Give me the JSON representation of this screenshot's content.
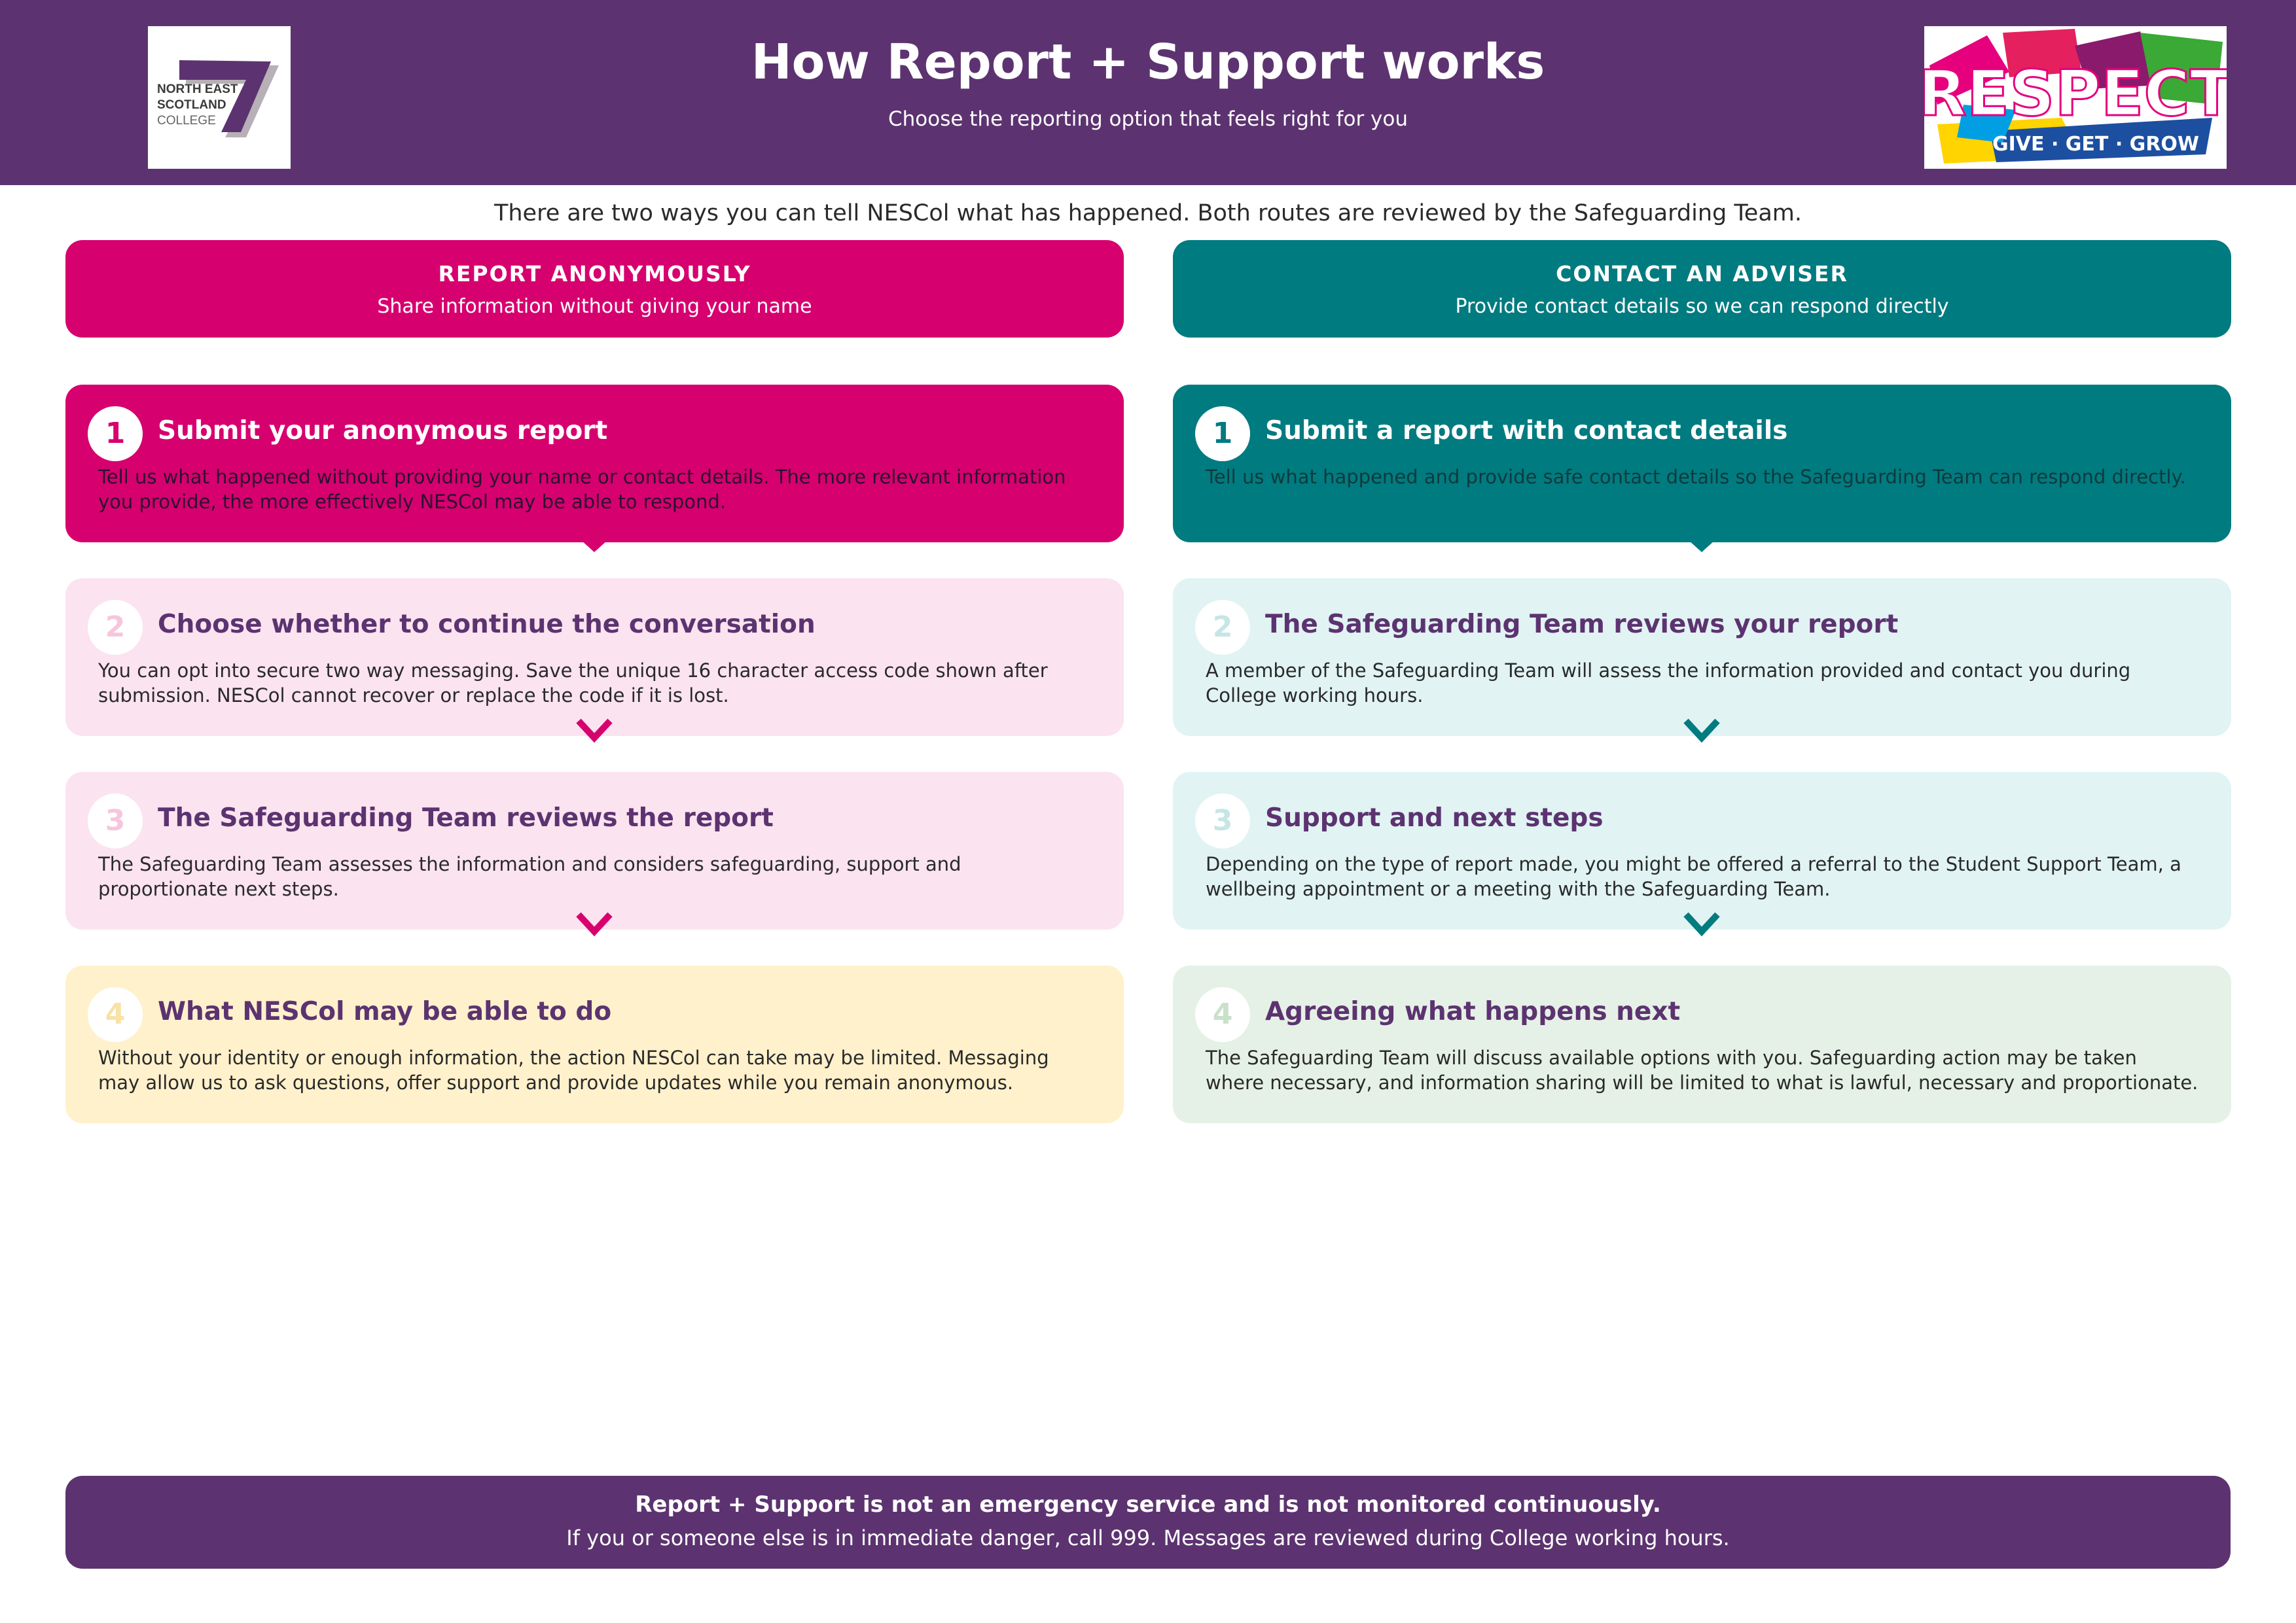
{
  "header": {
    "title": "How Report + Support works",
    "subtitle": "Choose the reporting option that feels right for you",
    "logo_left_text": [
      "NORTH EAST",
      "SCOTLAND",
      "COLLEGE"
    ],
    "logo_right_text": [
      "RESPECT",
      "GIVE · GET · GROW"
    ]
  },
  "intro": "There are two ways you can tell NESCol what has happened. Both routes are reviewed by the Safeguarding Team.",
  "routes": {
    "anonymous": {
      "title": "REPORT ANONYMOUSLY",
      "subtitle": "Share information without giving your name",
      "steps": [
        {
          "number": "1",
          "title": "Submit your anonymous report",
          "text": "Tell us what happened without providing your name or contact details. The more relevant information you provide, the more effectively NESCol may be able to respond."
        },
        {
          "number": "2",
          "title": "Choose whether to continue the conversation",
          "text": "You can opt into secure two way messaging. Save the unique 16 character access code shown after submission. NESCol cannot recover or replace the code if it is lost."
        },
        {
          "number": "3",
          "title": "The Safeguarding Team reviews the report",
          "text": "The Safeguarding Team assesses the information and considers safeguarding, support and proportionate next steps."
        },
        {
          "number": "4",
          "title": "What NESCol may be able to do",
          "text": "Without your identity or enough information, the action NESCol can take may be limited. Messaging may allow us to ask questions, offer support and provide updates while you remain anonymous."
        }
      ]
    },
    "adviser": {
      "title": "CONTACT AN ADVISER",
      "subtitle": "Provide contact details so we can respond directly",
      "steps": [
        {
          "number": "1",
          "title": "Submit a report with contact details",
          "text": "Tell us what happened and provide safe contact details so the Safeguarding Team can respond directly."
        },
        {
          "number": "2",
          "title": "The Safeguarding Team reviews your report",
          "text": "A member of the Safeguarding Team will assess the information provided and contact you during College working hours."
        },
        {
          "number": "3",
          "title": "Support and next steps",
          "text": "Depending on the type of report made, you might be offered a referral to the Student Support Team, a wellbeing appointment or a meeting with the Safeguarding Team."
        },
        {
          "number": "4",
          "title": "Agreeing what happens next",
          "text": "The Safeguarding Team will discuss available options with you. Safeguarding action may be taken where necessary, and information sharing will be limited to what is lawful, necessary and proportionate."
        }
      ]
    }
  },
  "footer": {
    "title": "Report + Support is not an emergency service and is not monitored continuously.",
    "text": "If you or someone else is in immediate danger, call 999. Messages are reviewed during College working hours."
  },
  "colors": {
    "header": "#5c3370",
    "anonymous": "#d6006f",
    "adviser": "#007b80"
  }
}
